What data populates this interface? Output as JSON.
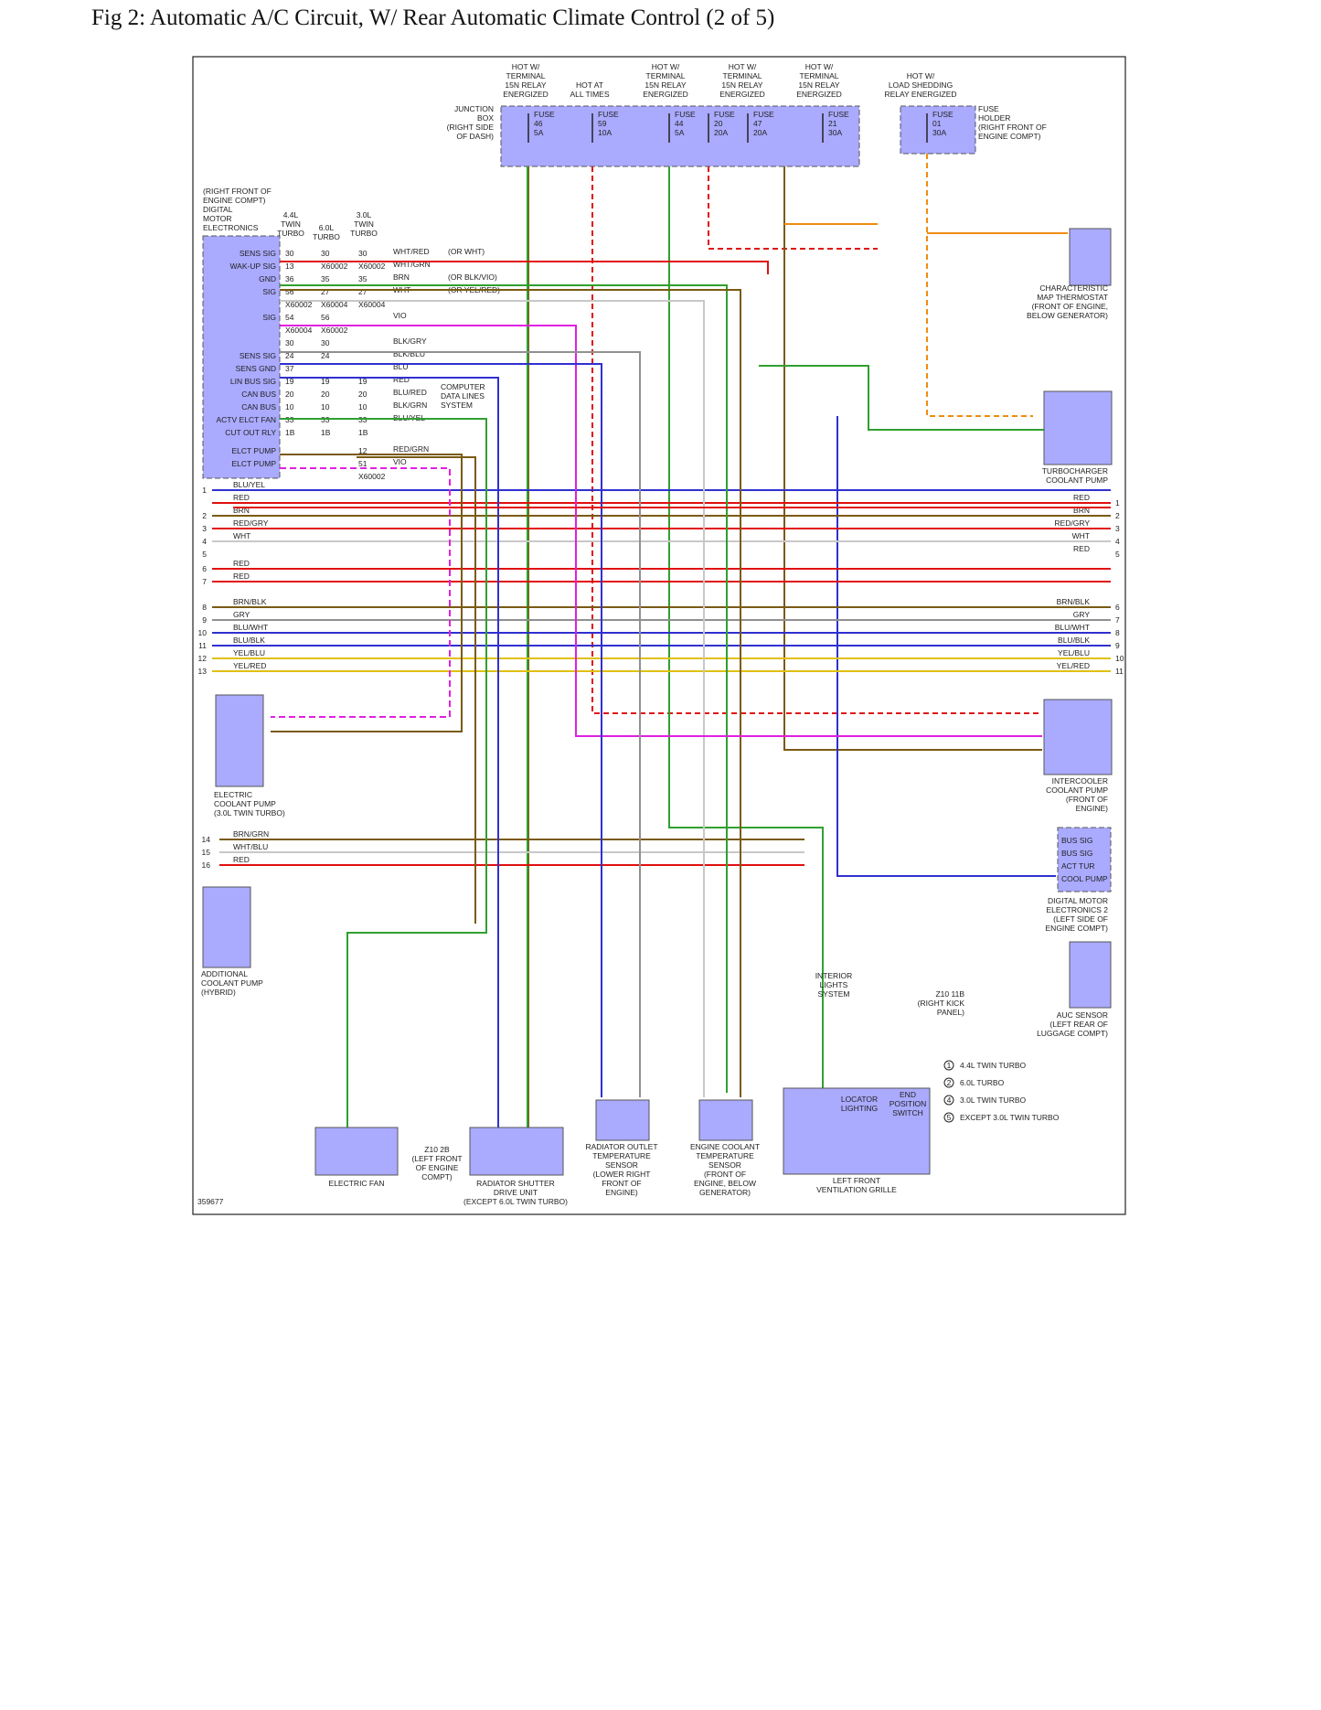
{
  "title": "Fig 2: Automatic A/C Circuit, W/ Rear Automatic Climate Control (2 of 5)",
  "colors": {
    "component_fill": "#aaaaff",
    "frame": "#222222",
    "RED": "#e01010",
    "BRN": "#7a5a14",
    "GRN": "#30a030",
    "WHT": "#c8c8c8",
    "BLU": "#3030d0",
    "ORG": "#f08c10",
    "VIO": "#e020e0",
    "YEL": "#e0c010",
    "GRY": "#909090",
    "BLK": "#222222",
    "PNK": "#ff80c0"
  },
  "fuse_headers": [
    {
      "id": "f46",
      "text": [
        "HOT W/",
        "TERMINAL",
        "15N RELAY",
        "ENERGIZED"
      ]
    },
    {
      "id": "f59",
      "text": [
        "HOT AT",
        "ALL TIMES"
      ]
    },
    {
      "id": "f44",
      "text": [
        "HOT W/",
        "TERMINAL",
        "15N RELAY",
        "ENERGIZED"
      ]
    },
    {
      "id": "f47",
      "text": [
        "HOT W/",
        "TERMINAL",
        "15N RELAY",
        "ENERGIZED"
      ]
    },
    {
      "id": "f21",
      "text": [
        "HOT W/",
        "TERMINAL",
        "15N RELAY",
        "ENERGIZED"
      ]
    },
    {
      "id": "f01",
      "text": [
        "HOT W/",
        "LOAD SHEDDING",
        "RELAY ENERGIZED"
      ]
    }
  ],
  "fuses": [
    {
      "id": "f46",
      "name": "FUSE",
      "num": "46",
      "amp": "5A"
    },
    {
      "id": "f59",
      "name": "FUSE",
      "num": "59",
      "amp": "10A"
    },
    {
      "id": "f44",
      "name": "FUSE",
      "num": "44",
      "amp": "5A"
    },
    {
      "id": "f20",
      "name": "FUSE",
      "num": "20",
      "amp": "20A"
    },
    {
      "id": "f47",
      "name": "FUSE",
      "num": "47",
      "amp": "20A"
    },
    {
      "id": "f21",
      "name": "FUSE",
      "num": "21",
      "amp": "30A"
    },
    {
      "id": "f01",
      "name": "FUSE",
      "num": "01",
      "amp": "30A"
    }
  ],
  "junction_box": [
    "JUNCTION",
    "BOX",
    "(RIGHT SIDE",
    "OF DASH)"
  ],
  "fuse_holder": [
    "FUSE",
    "HOLDER",
    "(RIGHT FRONT OF",
    "ENGINE COMPT)"
  ],
  "dme": {
    "location": [
      "(RIGHT FRONT OF",
      "ENGINE COMPT)",
      "DIGITAL",
      "MOTOR",
      "ELECTRONICS"
    ],
    "variants": [
      [
        "4.4L",
        "TWIN",
        "TURBO"
      ],
      [
        "6.0L",
        "TURBO"
      ],
      [
        "3.0L",
        "TWIN",
        "TURBO"
      ]
    ],
    "pins": [
      {
        "label": "SENS SIG",
        "p": [
          "30",
          "30",
          "30"
        ],
        "wire": "WHT/RED",
        "note": "(OR WHT)"
      },
      {
        "label": "WAK-UP SIG",
        "p": [
          "13",
          "X60002",
          "X60002"
        ],
        "wire": "WHT/GRN",
        "note": ""
      },
      {
        "label": "GND",
        "p": [
          "36",
          "35",
          "35"
        ],
        "wire": "BRN",
        "note": "(OR BLK/VIO)"
      },
      {
        "label": "SIG",
        "p": [
          "56",
          "27",
          "27"
        ],
        "wire": "WHT",
        "note": "(OR YEL/RED)"
      },
      {
        "label": "",
        "p": [
          "X60002",
          "X60004",
          "X60004"
        ],
        "wire": "",
        "note": ""
      },
      {
        "label": "SIG",
        "p": [
          "54",
          "56",
          ""
        ],
        "wire": "VIO",
        "note": ""
      },
      {
        "label": "",
        "p": [
          "X60004",
          "X60002",
          ""
        ],
        "wire": "",
        "note": ""
      },
      {
        "label": "",
        "p": [
          "30",
          "30",
          ""
        ],
        "wire": "BLK/GRY",
        "note": ""
      },
      {
        "label": "SENS SIG",
        "p": [
          "24",
          "24",
          ""
        ],
        "wire": "BLK/BLU",
        "note": ""
      },
      {
        "label": "SENS GND",
        "p": [
          "37",
          "",
          ""
        ],
        "wire": "BLU",
        "note": ""
      },
      {
        "label": "LIN BUS SIG",
        "p": [
          "19",
          "19",
          "19"
        ],
        "wire": "RED",
        "note": ""
      },
      {
        "label": "CAN BUS",
        "p": [
          "20",
          "20",
          "20"
        ],
        "wire": "BLU/RED",
        "note": ""
      },
      {
        "label": "CAN BUS",
        "p": [
          "10",
          "10",
          "10"
        ],
        "wire": "BLK/GRN",
        "note": ""
      },
      {
        "label": "ACTV ELCT FAN",
        "p": [
          "33",
          "33",
          "33"
        ],
        "wire": "BLU/YEL",
        "note": ""
      },
      {
        "label": "CUT OUT RLY",
        "p": [
          "1B",
          "1B",
          "1B"
        ],
        "wire": "",
        "note": ""
      },
      {
        "label": "ELCT PUMP",
        "p": [
          "",
          "",
          "12"
        ],
        "wire": "RED/GRN",
        "note": ""
      },
      {
        "label": "ELCT PUMP",
        "p": [
          "",
          "",
          "51"
        ],
        "wire": "VIO",
        "note": ""
      },
      {
        "label": "",
        "p": [
          "",
          "",
          "X60002"
        ],
        "wire": "",
        "note": ""
      }
    ],
    "computer_data_lines": [
      "COMPUTER",
      "DATA LINES",
      "SYSTEM"
    ]
  },
  "bus_wires": [
    {
      "n": "1",
      "color": "BLU/YEL"
    },
    {
      "n": "",
      "color": "RED"
    },
    {
      "n": "2",
      "color": "BRN"
    },
    {
      "n": "3",
      "color": "RED/GRY"
    },
    {
      "n": "4",
      "color": "WHT"
    },
    {
      "n": "5",
      "color": ""
    },
    {
      "n": "6",
      "color": "RED"
    },
    {
      "n": "7",
      "color": "RED"
    },
    {
      "n": "8",
      "color": "BRN/BLK"
    },
    {
      "n": "9",
      "color": "GRY"
    },
    {
      "n": "10",
      "color": "BLU/WHT"
    },
    {
      "n": "11",
      "color": "BLU/BLK"
    },
    {
      "n": "12",
      "color": "YEL/BLU"
    },
    {
      "n": "13",
      "color": "YEL/RED"
    }
  ],
  "bus_wires_right": [
    {
      "n": "1",
      "color": "RED"
    },
    {
      "n": "2",
      "color": "BRN"
    },
    {
      "n": "3",
      "color": "RED/GRY"
    },
    {
      "n": "4",
      "color": "WHT"
    },
    {
      "n": "5",
      "color": "RED"
    },
    {
      "n": "6",
      "color": "BRN/BLK"
    },
    {
      "n": "7",
      "color": "GRY"
    },
    {
      "n": "8",
      "color": "BLU/WHT"
    },
    {
      "n": "9",
      "color": "BLU/BLK"
    },
    {
      "n": "10",
      "color": "YEL/BLU"
    },
    {
      "n": "11",
      "color": "YEL/RED"
    }
  ],
  "bus_lower": [
    {
      "n": "14",
      "color": "BRN/GRN"
    },
    {
      "n": "15",
      "color": "WHT/BLU"
    },
    {
      "n": "16",
      "color": "RED"
    }
  ],
  "components": {
    "map_thermostat": [
      "CHARACTERISTIC",
      "MAP THERMOSTAT",
      "(FRONT OF ENGINE,",
      "BELOW GENERATOR)"
    ],
    "turbo_pump": [
      "TURBOCHARGER",
      "COOLANT PUMP"
    ],
    "intercooler_pump": [
      "INTERCOOLER",
      "COOLANT PUMP",
      "(FRONT OF",
      "ENGINE)"
    ],
    "dme2": [
      "DIGITAL MOTOR",
      "ELECTRONICS 2",
      "(LEFT SIDE OF",
      "ENGINE COMPT)"
    ],
    "dme2_pins": [
      "BUS SIG",
      "BUS SIG",
      "ACT TUR",
      "COOL PUMP"
    ],
    "auc_sensor": [
      "AUC SENSOR",
      "(LEFT REAR OF",
      "LUGGAGE COMPT)"
    ],
    "elec_coolant_pump": [
      "ELECTRIC",
      "COOLANT PUMP",
      "(3.0L TWIN TURBO)"
    ],
    "add_coolant_pump": [
      "ADDITIONAL",
      "COOLANT PUMP",
      "(HYBRID)"
    ],
    "electric_fan": [
      "ELECTRIC FAN"
    ],
    "shutter": [
      "RADIATOR SHUTTER",
      "DRIVE UNIT",
      "(EXCEPT 6.0L TWIN TURBO)"
    ],
    "rad_outlet_sensor": [
      "RADIATOR OUTLET",
      "TEMPERATURE",
      "SENSOR",
      "(LOWER RIGHT",
      "FRONT OF",
      "ENGINE)"
    ],
    "ect_sensor": [
      "ENGINE COOLANT",
      "TEMPERATURE",
      "SENSOR",
      "(FRONT OF",
      "ENGINE, BELOW",
      "GENERATOR)"
    ],
    "vent_grille": [
      "LEFT FRONT",
      "VENTILATION GRILLE"
    ],
    "locator": [
      "LOCATOR",
      "LIGHTING"
    ],
    "end_switch": [
      "END",
      "POSITION",
      "SWITCH"
    ],
    "interior_lights": [
      "INTERIOR",
      "LIGHTS",
      "SYSTEM"
    ],
    "z10_2b": [
      "Z10 2B",
      "(LEFT FRONT",
      "OF ENGINE",
      "COMPT)"
    ],
    "z10_11b": [
      "Z10 11B",
      "(RIGHT KICK",
      "PANEL)"
    ]
  },
  "legend": [
    {
      "n": "1",
      "text": "4.4L TWIN TURBO"
    },
    {
      "n": "2",
      "text": "6.0L TURBO"
    },
    {
      "n": "4",
      "text": "3.0L TWIN TURBO"
    },
    {
      "n": "5",
      "text": "EXCEPT 3.0L TWIN TURBO"
    }
  ],
  "figure_id": "359677"
}
